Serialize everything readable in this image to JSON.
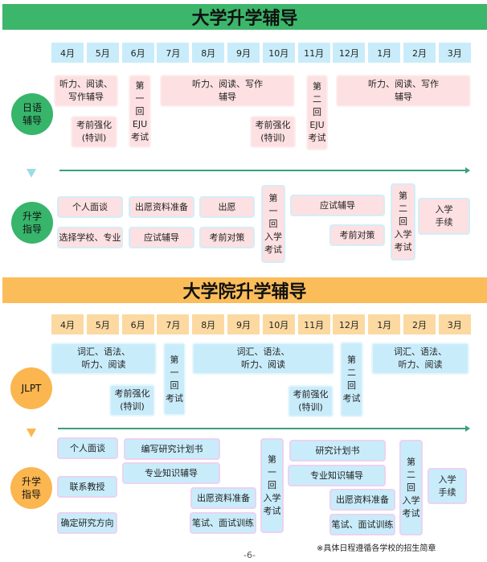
{
  "months": [
    "4月",
    "5月",
    "6月",
    "7月",
    "8月",
    "9月",
    "10月",
    "11月",
    "12月",
    "1月",
    "2月",
    "3月"
  ],
  "university": {
    "title": "大学升学辅导",
    "colors": {
      "header": "#3bb66a",
      "month": "#c9ecfa",
      "box": "#fde0e2"
    },
    "japanese": {
      "label": "日语\n辅导",
      "lessons1": "听力、阅读、\n写作辅导",
      "intensive1": "考前强化\n(特训)",
      "exam1": "第\n一\n回\nEJU\n考试",
      "lessons2": "听力、阅读、写作\n辅导",
      "intensive2": "考前强化\n(特训)",
      "exam2": "第\n二\n回\nEJU\n考试",
      "lessons3": "听力、阅读、写作\n辅导"
    },
    "guidance": {
      "label": "升学\n指导",
      "interview": "个人面谈",
      "choose": "选择学校、专业",
      "docs": "出愿资料准备",
      "exam_prep": "应试辅导",
      "apply": "出愿",
      "strategy": "考前对策",
      "exam1": "第\n一\n回\n入学\n考试",
      "exam_prep2": "应试辅导",
      "strategy2": "考前对策",
      "exam2": "第\n二\n回\n入学\n考试",
      "enroll": "入学\n手续"
    }
  },
  "graduate": {
    "title": "大学院升学辅导",
    "colors": {
      "header": "#fbbd5a",
      "month": "#fcd9a1",
      "box": "#c9ecfb"
    },
    "jlpt": {
      "label": "JLPT",
      "lessons1": "词汇、语法、\n听力、阅读",
      "intensive1": "考前强化\n(特训)",
      "exam1": "第\n一\n回\n考试",
      "lessons2": "词汇、语法、\n听力、阅读",
      "intensive2": "考前强化\n(特训)",
      "exam2": "第\n二\n回\n考试",
      "lessons3": "词汇、语法、\n听力、阅读"
    },
    "guidance": {
      "label": "升学\n指导",
      "interview": "个人面谈",
      "contact": "联系教授",
      "direction": "确定研究方向",
      "write_plan": "编写研究计划书",
      "knowledge": "专业知识辅导",
      "docs": "出愿资料准备",
      "training": "笔试、面试训练",
      "exam1": "第\n一\n回\n入学\n考试",
      "plan": "研究计划书",
      "knowledge2": "专业知识辅导",
      "docs2": "出愿资料准备",
      "training2": "笔试、面试训练",
      "exam2": "第\n二\n回\n入学\n考试",
      "enroll": "入学\n手续"
    }
  },
  "note": "※具体日程遵循各学校的招生简章",
  "page_number": "-6-"
}
